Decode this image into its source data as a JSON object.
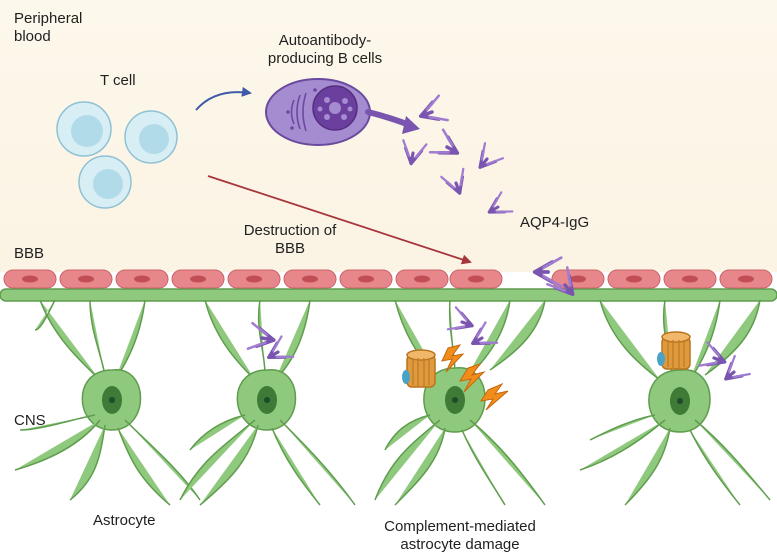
{
  "labels": {
    "peripheral_blood": "Peripheral\nblood",
    "t_cell": "T cell",
    "b_cells": "Autoantibody-\nproducing B cells",
    "aqp4_igg": "AQP4-IgG",
    "destruction_bbb": "Destruction of\nBBB",
    "bbb": "BBB",
    "cns": "CNS",
    "astrocyte": "Astrocyte",
    "complement": "Complement-mediated\nastrocyte damage"
  },
  "colors": {
    "blood_bg": "#fdf8ec",
    "endothelium": "#e8878b",
    "astrocyte": "#8fc97d",
    "antibody": "#7a55b0",
    "b_cell": "#a58bd0",
    "t_cell": "#bfe3ef",
    "complement": "#e09a3e",
    "lightning": "#f28c1b",
    "arrow_red": "#a8353d",
    "arrow_blue": "#3e5aa8"
  }
}
